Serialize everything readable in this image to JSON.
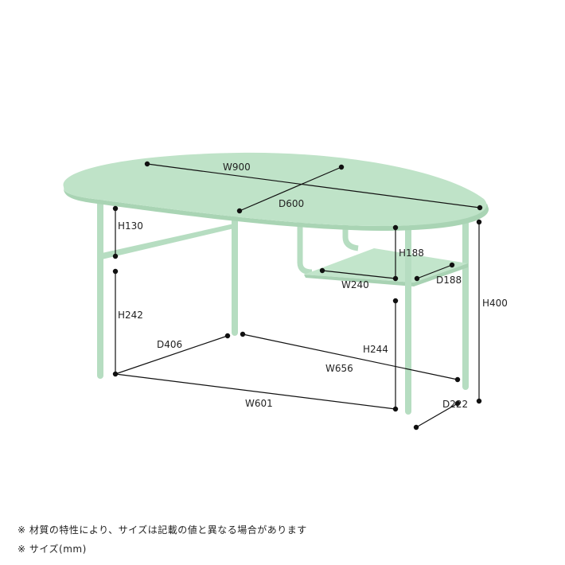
{
  "colors": {
    "table": "#bfe3c8",
    "table_edge": "#a9d4b4",
    "leg": "#b6ddc1",
    "line": "#111111"
  },
  "dimensions": {
    "w900": "W900",
    "d600": "D600",
    "h130": "H130",
    "h242": "H242",
    "d406": "D406",
    "w601": "W601",
    "w656": "W656",
    "h188": "H188",
    "w240": "W240",
    "d188": "D188",
    "h244": "H244",
    "h400": "H400",
    "d222": "D222"
  },
  "notes": [
    "※ 材質の特性により、サイズは記載の値と異なる場合があります",
    "※ サイズ(mm)"
  ]
}
